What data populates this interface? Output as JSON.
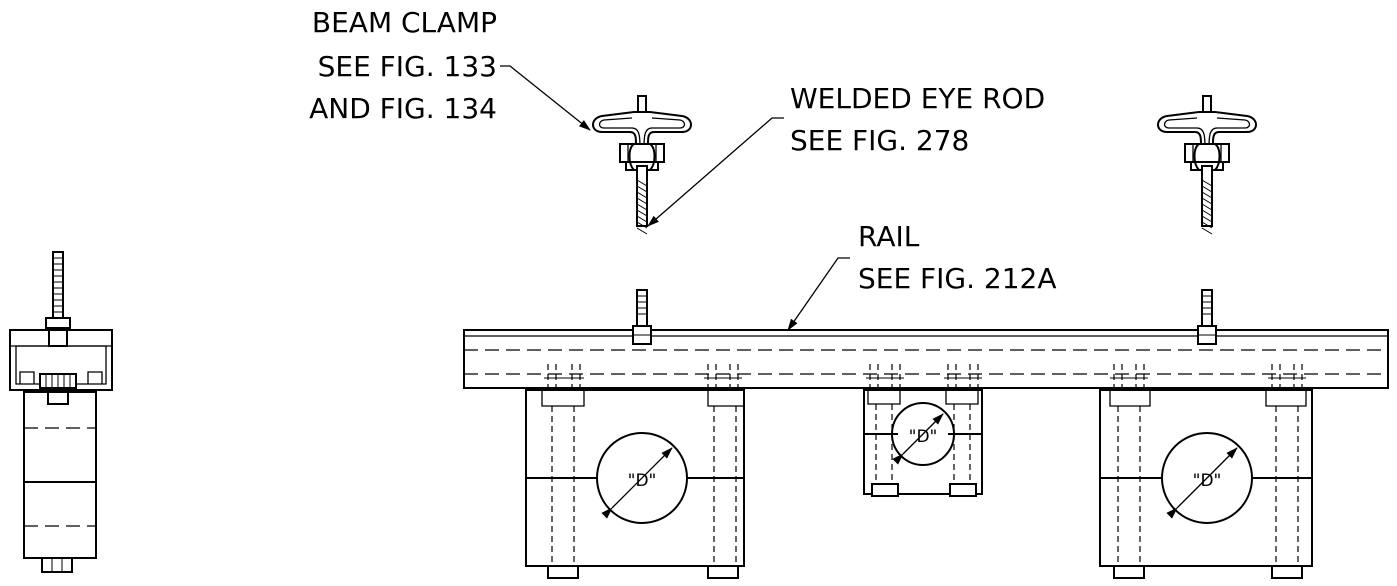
{
  "labels": {
    "beam_clamp": [
      "BEAM CLAMP",
      "SEE FIG. 133",
      "AND FIG. 134"
    ],
    "eye_rod": [
      "WELDED EYE ROD",
      "SEE FIG. 278"
    ],
    "rail": [
      "RAIL",
      "SEE FIG. 212A"
    ]
  },
  "diameter_label": "\"D\""
}
